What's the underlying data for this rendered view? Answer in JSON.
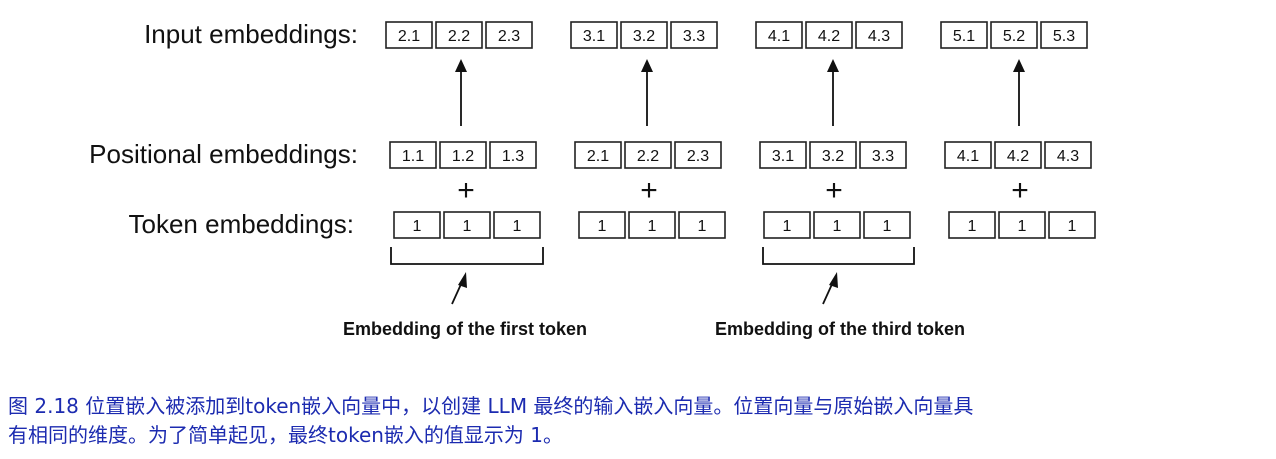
{
  "diagram": {
    "rows": [
      {
        "id": "input",
        "label": "Input embeddings:",
        "groups": [
          [
            "2.1",
            "2.2",
            "2.3"
          ],
          [
            "3.1",
            "3.2",
            "3.3"
          ],
          [
            "4.1",
            "4.2",
            "4.3"
          ],
          [
            "5.1",
            "5.2",
            "5.3"
          ]
        ]
      },
      {
        "id": "positional",
        "label": "Positional embeddings:",
        "groups": [
          [
            "1.1",
            "1.2",
            "1.3"
          ],
          [
            "2.1",
            "2.2",
            "2.3"
          ],
          [
            "3.1",
            "3.2",
            "3.3"
          ],
          [
            "4.1",
            "4.2",
            "4.3"
          ]
        ]
      },
      {
        "id": "token",
        "label": "Token embeddings:",
        "groups": [
          [
            "1",
            "1",
            "1"
          ],
          [
            "1",
            "1",
            "1"
          ],
          [
            "1",
            "1",
            "1"
          ],
          [
            "1",
            "1",
            "1"
          ]
        ]
      }
    ],
    "plus_symbol": "+",
    "annotations": [
      {
        "text": "Embedding of the first token",
        "group_index": 0
      },
      {
        "text": "Embedding of the third token",
        "group_index": 2
      }
    ]
  },
  "caption": {
    "line1": "图 2.18 位置嵌入被添加到token嵌入向量中，以创建 LLM 最终的输入嵌入向量。位置向量与原始嵌入向量具",
    "line2": "有相同的维度。为了简单起见，最终token嵌入的值显示为 1。",
    "color": "#1c2bb0"
  }
}
